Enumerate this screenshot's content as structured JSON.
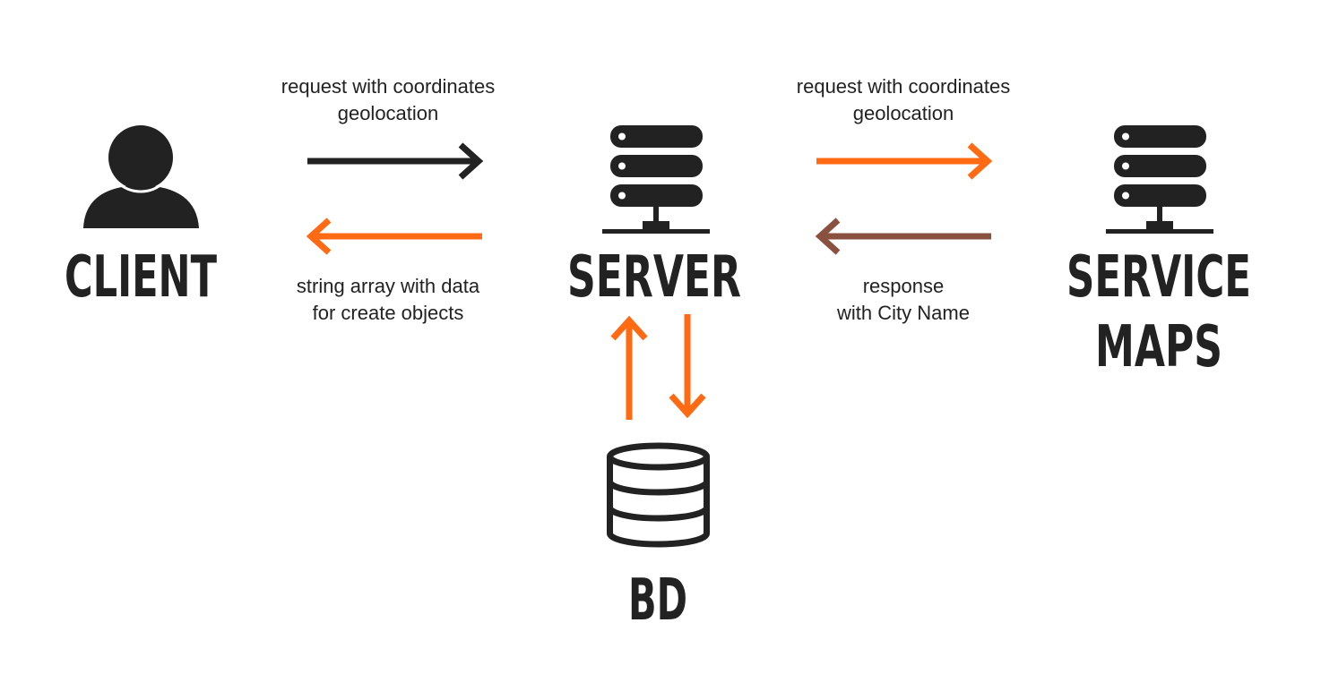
{
  "colors": {
    "ink": "#222222",
    "accent": "#ff6a13",
    "response": "#8b5140",
    "background": "#ffffff"
  },
  "nodes": {
    "client": {
      "label": "CLIENT",
      "icon": "user-icon"
    },
    "server": {
      "label": "SERVER",
      "icon": "server-icon"
    },
    "service": {
      "label_line1": "SERVICE",
      "label_line2": "MAPS",
      "icon": "server-icon"
    },
    "database": {
      "label": "BD",
      "icon": "database-icon"
    }
  },
  "edges": {
    "client_to_server": {
      "line1": "request with coordinates",
      "line2": "geolocation"
    },
    "server_to_client": {
      "line1": "string array with data",
      "line2": "for create objects"
    },
    "server_to_service": {
      "line1": "request with coordinates",
      "line2": "geolocation"
    },
    "service_to_server": {
      "line1": "response",
      "line2": "with City Name"
    }
  }
}
